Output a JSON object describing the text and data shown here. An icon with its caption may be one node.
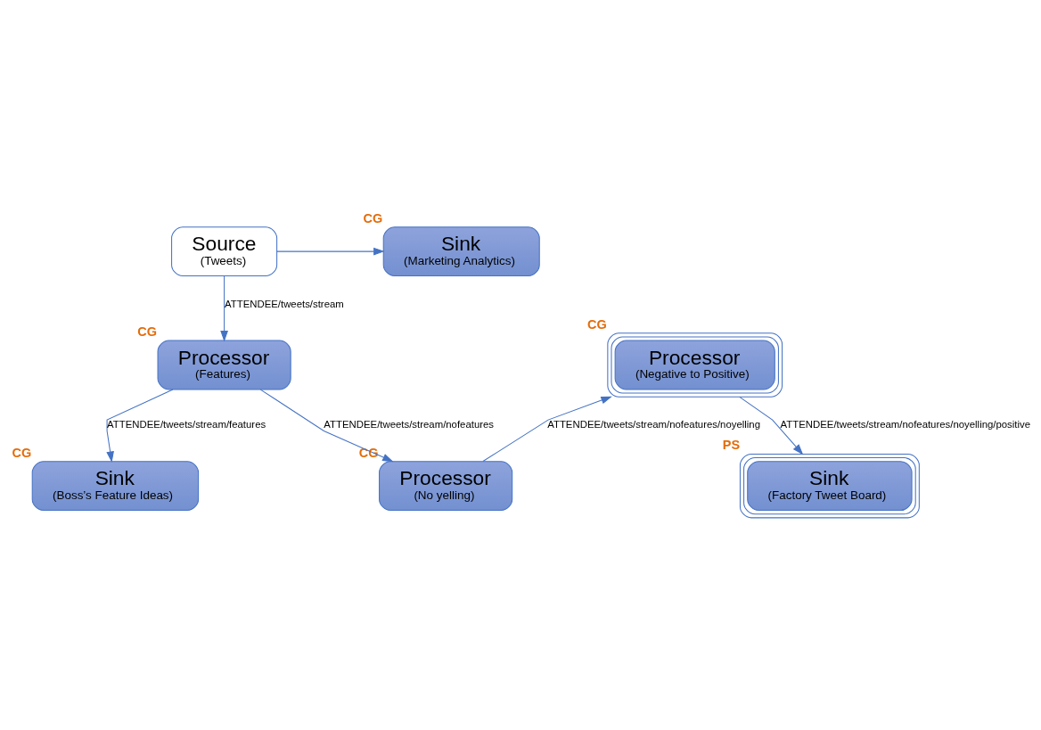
{
  "diagram": {
    "nodes": [
      {
        "text": [
          "Source",
          "(Tweets)"
        ]
      },
      {
        "text": [
          "Sink",
          "(Marketing Analytics)"
        ],
        "beside": [
          "CG"
        ]
      },
      {
        "text": [
          "Processor",
          "(Negative to Positive)"
        ],
        "beside": [
          "CG"
        ]
      },
      {
        "text": [
          "Processor",
          "(Features)"
        ],
        "beside": [
          "CG"
        ]
      },
      {
        "text": [
          "Sink",
          "(Factory Tweet Board)"
        ],
        "beside": [
          "PS"
        ]
      },
      {
        "text": [
          "Processor",
          "(No yelling)"
        ],
        "beside": [
          "CG"
        ]
      },
      {
        "text": [
          "Sink",
          "(Boss’s Feature Ideas)"
        ],
        "beside": [
          "CG"
        ]
      }
    ],
    "edges": [
      {
        "from": 0,
        "to": 3,
        "arrow": "to",
        "label": "ATTENDEE/tweets/stream"
      },
      {
        "from": 0,
        "to": 1,
        "arrow": "to"
      },
      {
        "from": 2,
        "to": 4,
        "arrow": "to",
        "label": "ATTENDEE/tweets/stream/nofeatures/noyelling/positive"
      },
      {
        "from": 3,
        "to": 5,
        "arrow": "to",
        "label": "ATTENDEE/tweets/stream/nofeatures"
      },
      {
        "from": 5,
        "to": 2,
        "arrow": "to",
        "label": "ATTENDEE/tweets/stream/nofeatures/noyelling"
      },
      {
        "from": 3,
        "to": 6,
        "arrow": "to",
        "label": "ATTENDEE/tweets/stream/features"
      }
    ]
  }
}
